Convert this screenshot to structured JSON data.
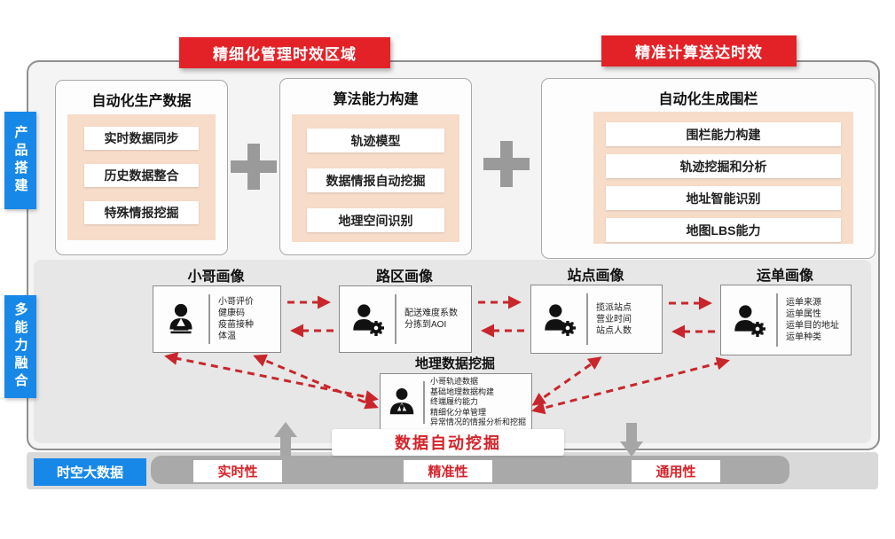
{
  "banners": {
    "left": "精细化管理时效区域",
    "right": "精准计算送达时效"
  },
  "side_tabs": {
    "top": "产品搭建",
    "bottom": "多能力融合"
  },
  "top_columns": [
    {
      "title": "自动化生产数据",
      "items": [
        "实时数据同步",
        "历史数据整合",
        "特殊情报挖掘"
      ]
    },
    {
      "title": "算法能力构建",
      "items": [
        "轨迹模型",
        "数据情报自动挖掘",
        "地理空间识别"
      ]
    },
    {
      "title": "自动化生成围栏",
      "items": [
        "围栏能力构建",
        "轨迹挖掘和分析",
        "地址智能识别",
        "地图LBS能力"
      ]
    }
  ],
  "personas": [
    {
      "title": "小哥画像",
      "icon": "courier-laptop-icon",
      "items": [
        "小哥评价",
        "健康码",
        "疫苗接种",
        "体温"
      ]
    },
    {
      "title": "路区画像",
      "icon": "user-gear-icon",
      "items": [
        "配送难度系数",
        "分拣到AOI"
      ]
    },
    {
      "title": "站点画像",
      "icon": "user-gear-icon",
      "items": [
        "揽派站点",
        "营业时间",
        "站点人数"
      ]
    },
    {
      "title": "运单画像",
      "icon": "user-gear-icon",
      "items": [
        "运单来源",
        "运单属性",
        "运单目的地址",
        "运单种类"
      ]
    }
  ],
  "geo_mining": {
    "title": "地理数据挖掘",
    "icon": "analyst-icon",
    "items": [
      "小哥轨迹数据",
      "基础地理数据构建",
      "终端履约能力",
      "精细化分单管理",
      "异常情况的情报分析和挖掘"
    ]
  },
  "footer": {
    "mining_label": "数据自动挖掘",
    "base_label": "时空大数据",
    "qualities": [
      "实时性",
      "精准性",
      "通用性"
    ]
  },
  "colors": {
    "banner_red": "#e32228",
    "text_red": "#d5232a",
    "blue": "#1888e8",
    "peach": "#f6dcc9",
    "arrow_red": "#c8262c",
    "arrow_gray": "#a6a6a6"
  }
}
